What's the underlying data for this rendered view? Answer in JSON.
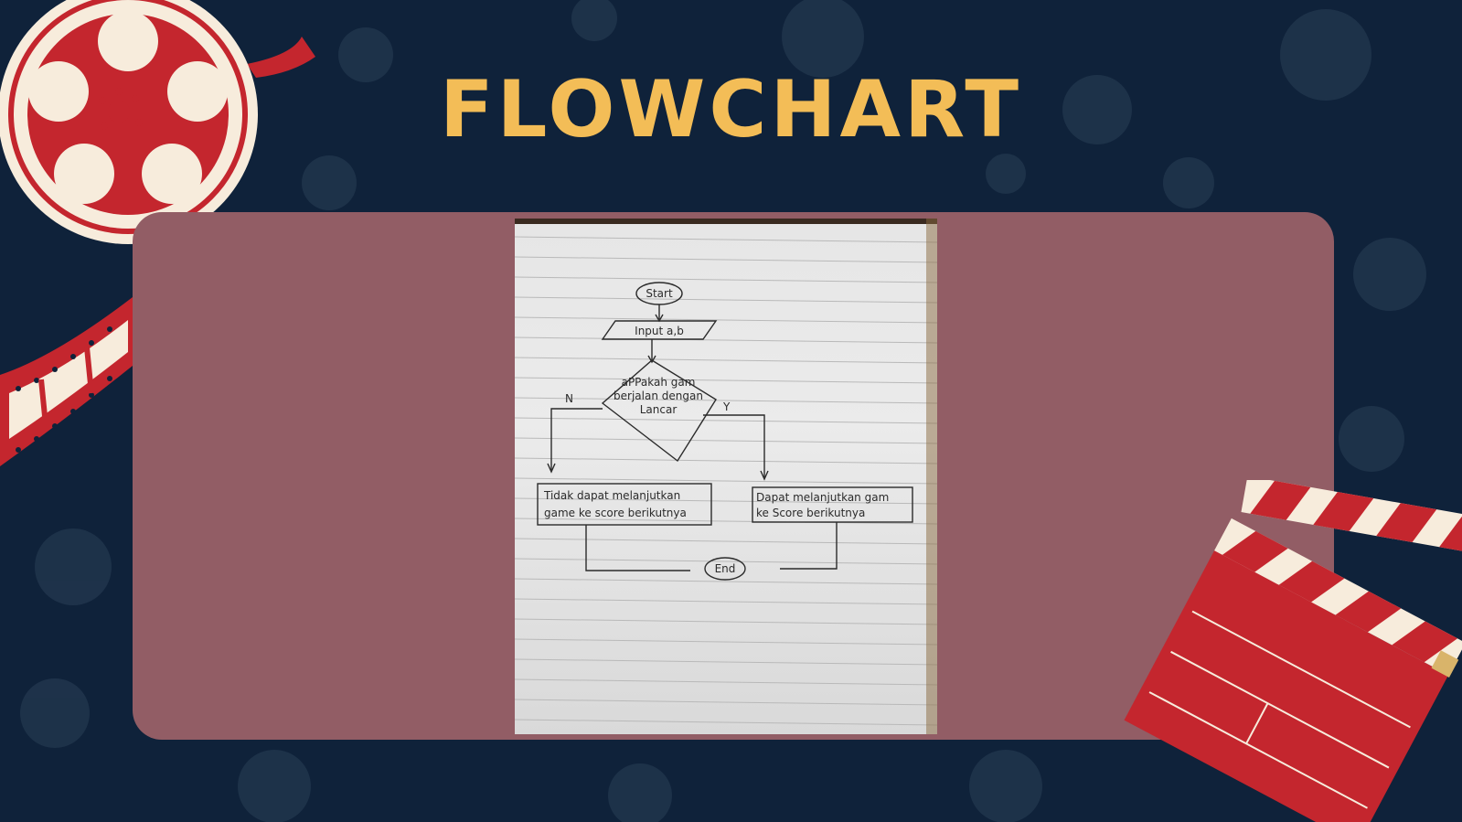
{
  "slide": {
    "title": "FLOWCHART"
  },
  "flowchart": {
    "start": "Start",
    "input": "Input a,b",
    "decision": [
      "aPPakah gam",
      "berjalan dengan",
      "Lancar"
    ],
    "no_label": "N",
    "yes_label": "Y",
    "no_box": [
      "Tidak dapat melanjutkan",
      "game ke score berikutnya"
    ],
    "yes_box": [
      "Dapat melanjutkan gam",
      "ke Score berikutnya"
    ],
    "end": "End"
  },
  "colors": {
    "background": "#0f223a",
    "title": "#f3bd57",
    "panel": "#925d65",
    "accent_red": "#c4262e",
    "cream": "#f7ecdc"
  },
  "icons": [
    "film-reel-icon",
    "film-strip-icon",
    "clapperboard-icon"
  ]
}
